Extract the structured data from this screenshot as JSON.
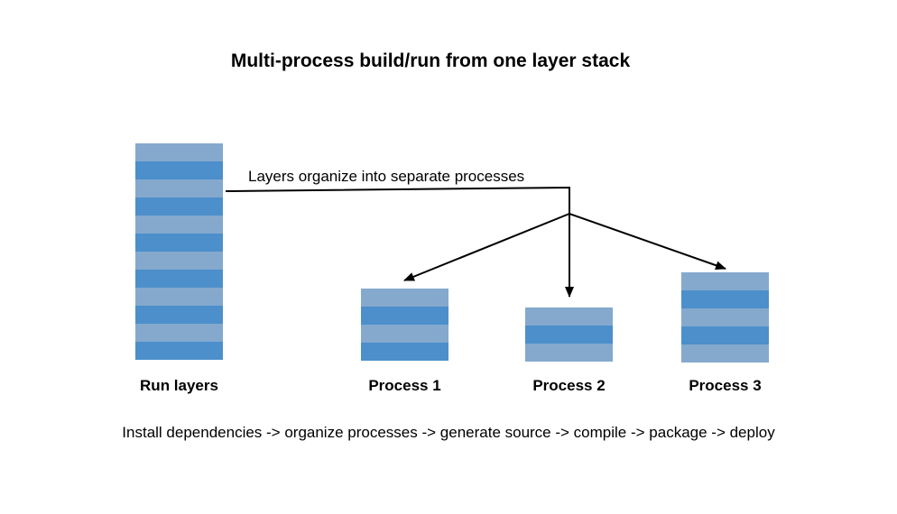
{
  "title": "Multi-process build/run from one layer stack",
  "annotation": "Layers organize into separate processes",
  "pipeline": "Install dependencies -> organize processes -> generate source -> compile -> package -> deploy",
  "colors": {
    "layer_light": "#84a9cd",
    "layer_dark": "#4c8fcb",
    "arrow": "#000000"
  },
  "stacks": {
    "run": {
      "label": "Run layers",
      "layers": 12
    },
    "p1": {
      "label": "Process 1",
      "layers": 4
    },
    "p2": {
      "label": "Process 2",
      "layers": 3
    },
    "p3": {
      "label": "Process 3",
      "layers": 5
    }
  }
}
